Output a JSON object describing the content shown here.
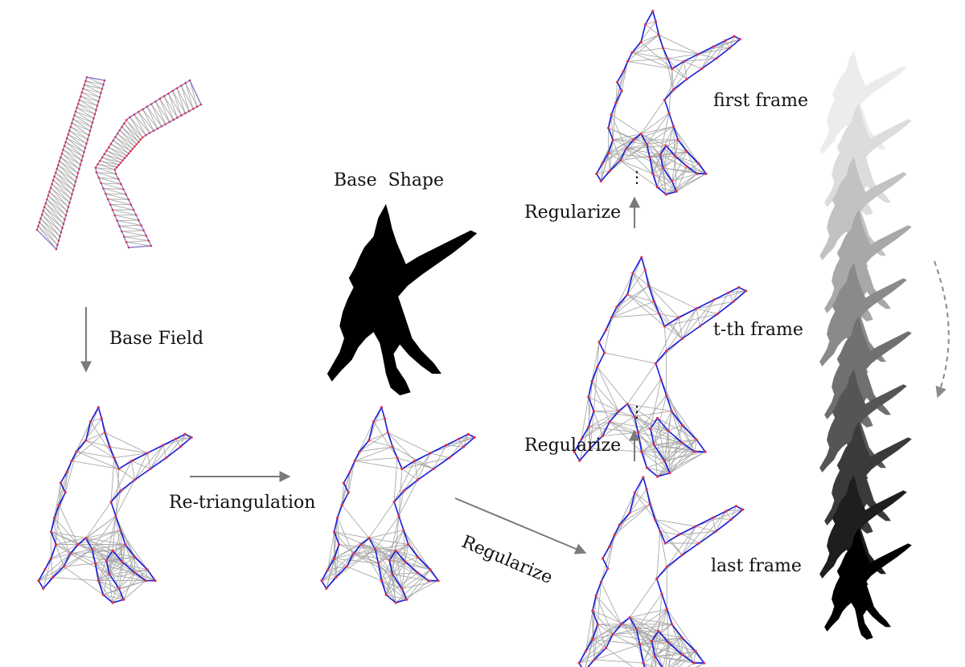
{
  "labels": {
    "base_field": "Base Field",
    "base_shape": "Base  Shape",
    "re_triangulation": "Re-triangulation",
    "regularize_diag": "Regularize",
    "regularize_lower": "Regularize",
    "regularize_upper": "Regularize",
    "first_frame": "first frame",
    "t_frame": "t-th frame",
    "last_frame": "last frame",
    "vdots": "⋮"
  },
  "colors": {
    "mesh_edge": "#a9a9a9",
    "boundary": "#1a1adb",
    "vertex": "#e0304a",
    "silhouette": "#000000",
    "arrow": "#7a7a7a"
  },
  "filmstrip_gray_levels": [
    "#ececec",
    "#dcdcdc",
    "#c2c2c2",
    "#a8a8a8",
    "#8a8a8a",
    "#707070",
    "#555555",
    "#3a3a3a",
    "#1e1e1e",
    "#000000"
  ]
}
